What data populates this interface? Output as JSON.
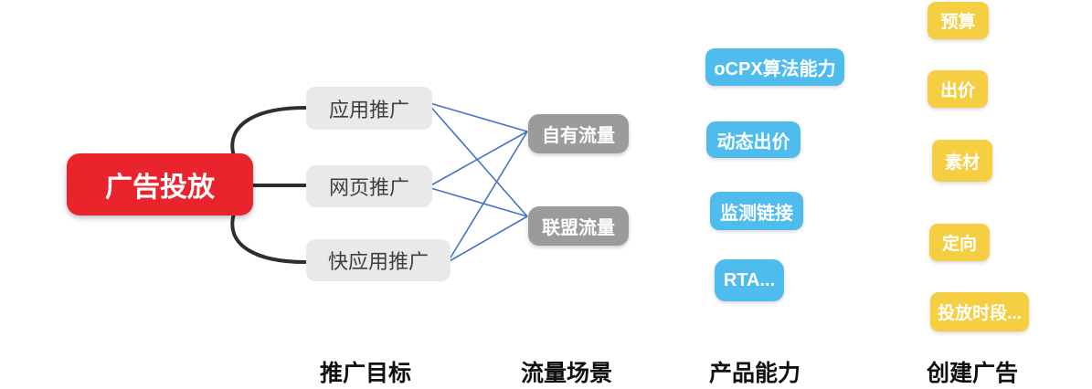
{
  "diagram": {
    "root": {
      "label": "广告投放"
    },
    "columns": [
      {
        "name": "promotion-targets",
        "footer": "推广目标",
        "nodes": [
          {
            "label": "应用推广"
          },
          {
            "label": "网页推广"
          },
          {
            "label": "快应用推广"
          }
        ]
      },
      {
        "name": "traffic-scenes",
        "footer": "流量场景",
        "nodes": [
          {
            "label": "自有流量"
          },
          {
            "label": "联盟流量"
          }
        ]
      },
      {
        "name": "product-capabilities",
        "footer": "产品能力",
        "nodes": [
          {
            "label": "oCPX算法能力"
          },
          {
            "label": "动态出价"
          },
          {
            "label": "监测链接"
          },
          {
            "label": "RTA..."
          }
        ]
      },
      {
        "name": "create-ads",
        "footer": "创建广告",
        "nodes": [
          {
            "label": "预算"
          },
          {
            "label": "出价"
          },
          {
            "label": "素材"
          },
          {
            "label": "定向"
          },
          {
            "label": "投放时段..."
          }
        ]
      }
    ],
    "connections": {
      "root_to_targets": [
        [
          "广告投放",
          "应用推广"
        ],
        [
          "广告投放",
          "网页推广"
        ],
        [
          "广告投放",
          "快应用推广"
        ]
      ],
      "targets_to_traffic": [
        [
          "应用推广",
          "自有流量"
        ],
        [
          "应用推广",
          "联盟流量"
        ],
        [
          "网页推广",
          "自有流量"
        ],
        [
          "网页推广",
          "联盟流量"
        ],
        [
          "快应用推广",
          "自有流量"
        ],
        [
          "快应用推广",
          "联盟流量"
        ]
      ]
    },
    "colors": {
      "root_red": "#E9242D",
      "target_gray_light": "#E9E9E9",
      "traffic_gray_dark": "#9B9B9B",
      "capability_blue": "#4FBCEE",
      "create_yellow": "#F6CE41",
      "link_blue": "#4472C4",
      "link_black": "#2E2E2E",
      "footer_text": "#111111"
    }
  }
}
